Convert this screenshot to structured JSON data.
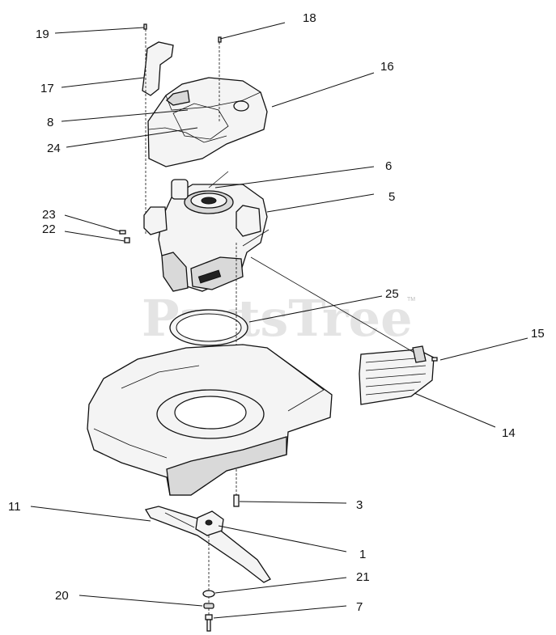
{
  "diagram": {
    "watermark": "PartsTree",
    "trademark": "TM",
    "callouts": {
      "c19": "19",
      "c18": "18",
      "c17": "17",
      "c16": "16",
      "c8": "8",
      "c24": "24",
      "c6": "6",
      "c5": "5",
      "c23": "23",
      "c22": "22",
      "c25": "25",
      "c15": "15",
      "c14": "14",
      "c11": "11",
      "c3": "3",
      "c1": "1",
      "c21": "21",
      "c20": "20",
      "c7": "7"
    }
  }
}
